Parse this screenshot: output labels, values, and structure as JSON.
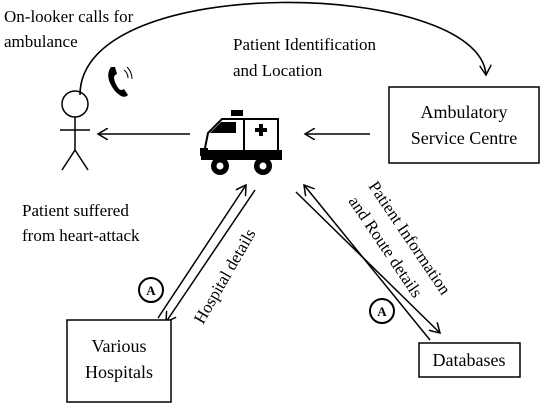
{
  "labels": {
    "onlooker_line1": "On-looker calls for",
    "onlooker_line2": "ambulance",
    "patient_id_line1": "Patient Identification",
    "patient_id_line2": "and Location",
    "heart_attack_line1": "Patient suffered",
    "heart_attack_line2": "from heart-attack",
    "hospital_details": "Hospital details",
    "patient_info_line1": "Patient Information",
    "patient_info_line2": "and Route details"
  },
  "nodes": {
    "service_centre_line1": "Ambulatory",
    "service_centre_line2": "Service Centre",
    "hospitals_line1": "Various",
    "hospitals_line2": "Hospitals",
    "databases": "Databases"
  },
  "badges": {
    "left": "A",
    "right": "A"
  },
  "icons": [
    "person-icon",
    "phone-icon",
    "ambulance-icon"
  ]
}
